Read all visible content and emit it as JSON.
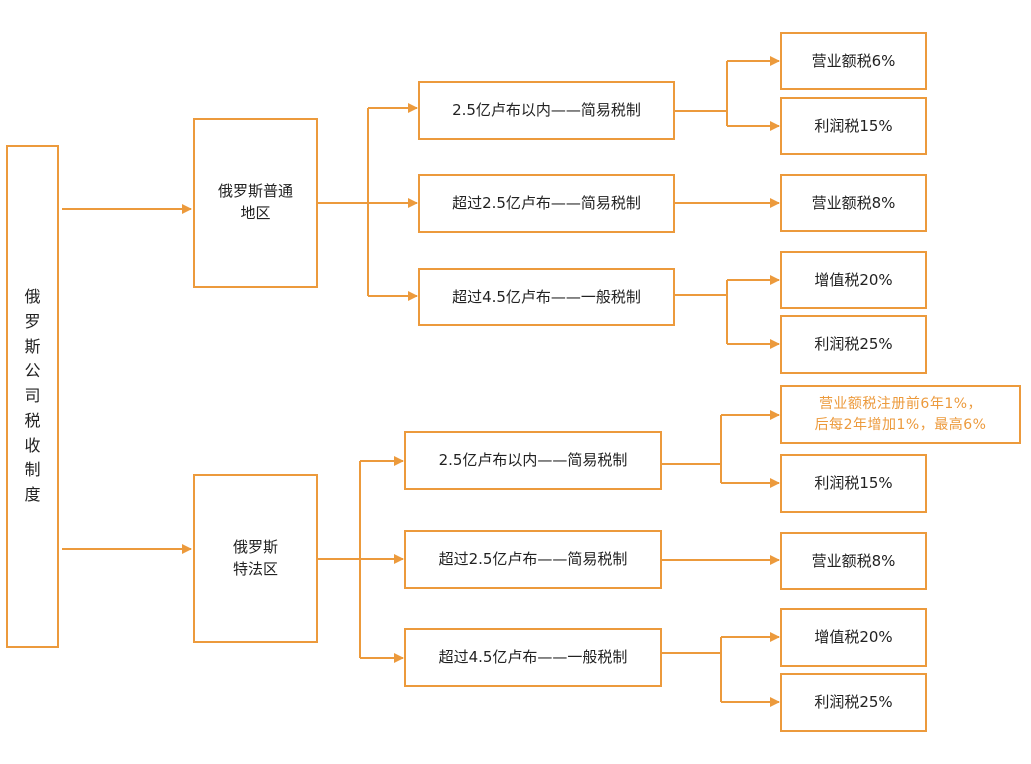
{
  "colors": {
    "line": "#ec9a3c",
    "box_border": "#ec9a3c",
    "highlight_text": "#ec9a3c",
    "text": "#222222"
  },
  "root": {
    "label": "俄罗斯公司税收制度"
  },
  "regions": [
    {
      "label_line1": "俄罗斯普通",
      "label_line2": "地区",
      "regimes": [
        {
          "label": "2.5亿卢布以内——简易税制",
          "taxes": [
            {
              "label": "营业额税6%"
            },
            {
              "label": "利润税15%"
            }
          ]
        },
        {
          "label": "超过2.5亿卢布——简易税制",
          "taxes": [
            {
              "label": "营业额税8%"
            }
          ]
        },
        {
          "label": "超过4.5亿卢布——一般税制",
          "taxes": [
            {
              "label": "增值税20%"
            },
            {
              "label": "利润税25%"
            }
          ]
        }
      ]
    },
    {
      "label_line1": "俄罗斯",
      "label_line2": "特法区",
      "regimes": [
        {
          "label": "2.5亿卢布以内——简易税制",
          "taxes": [
            {
              "label_line1": "营业额税注册前6年1%，",
              "label_line2": "后每2年增加1%，最高6%"
            },
            {
              "label": "利润税15%"
            }
          ]
        },
        {
          "label": "超过2.5亿卢布——简易税制",
          "taxes": [
            {
              "label": "营业额税8%"
            }
          ]
        },
        {
          "label": "超过4.5亿卢布——一般税制",
          "taxes": [
            {
              "label": "增值税20%"
            },
            {
              "label": "利润税25%"
            }
          ]
        }
      ]
    }
  ]
}
